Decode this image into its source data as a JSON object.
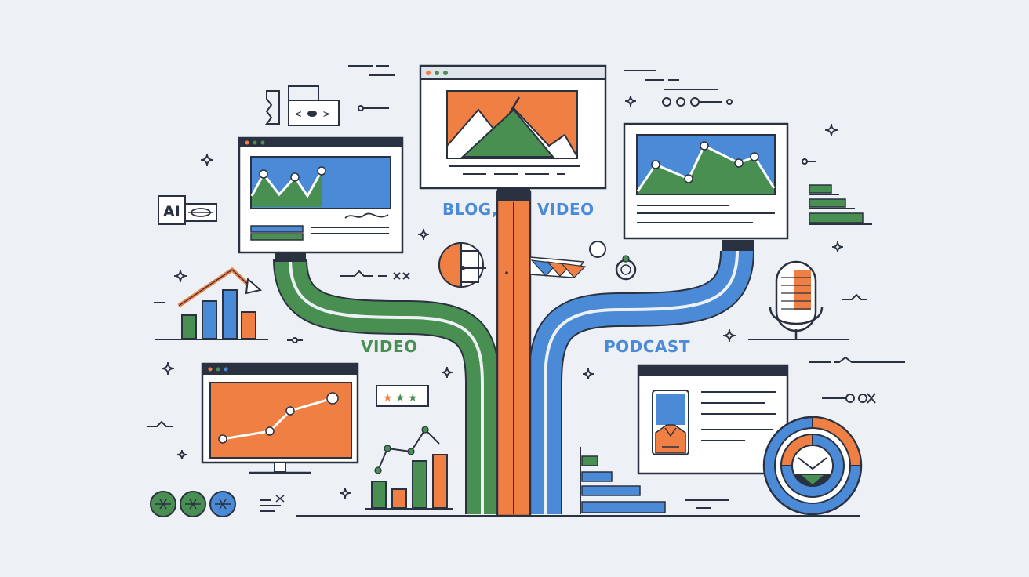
{
  "labels": {
    "blog": "BLOG,",
    "video_top": "VIDEO",
    "video_left": "VIDEO",
    "podcast": "PODCAST",
    "ai": "AI"
  },
  "colors": {
    "background": "#edf0f4",
    "ink": "#2a3140",
    "green": "#4a8f52",
    "orange": "#f07f44",
    "blue": "#4a8ad6",
    "white": "#ffffff"
  },
  "icons": [
    "code-window-icon",
    "ai-chip-icon",
    "bar-growth-chart-icon",
    "sparkle-icon",
    "microphone-icon",
    "donut-chart-icon",
    "stairs-chart-icon",
    "ring-icon",
    "pencil-icon",
    "ribbon-arrows-icon",
    "stars-badge-icon",
    "round-badge-icon"
  ]
}
